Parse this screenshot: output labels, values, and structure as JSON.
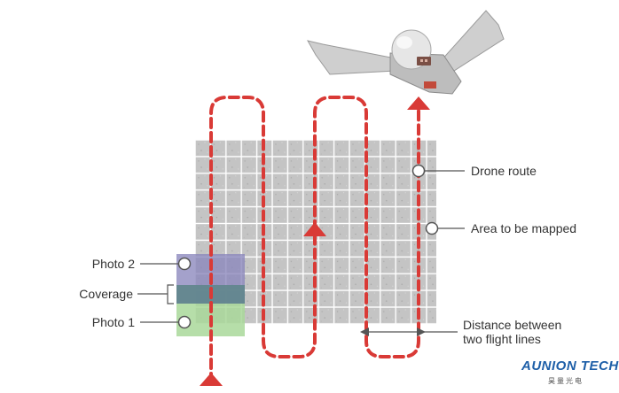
{
  "labels": {
    "drone_route": "Drone route",
    "area_to_be_mapped": "Area to be mapped",
    "distance_line1": "Distance between",
    "distance_line2": "two flight lines",
    "photo_2": "Photo 2",
    "coverage": "Coverage",
    "photo_1": "Photo 1"
  },
  "logo": {
    "name": "AUNION TECH",
    "subtitle": "昊量光电"
  },
  "colors": {
    "route": "#d93a36",
    "grid_fill": "#c4c4c4",
    "grid_line": "#ffffff",
    "photo_2": "#8b86bd",
    "photo_1": "#a9d89a",
    "coverage": "#5e7f8f",
    "callout_line": "#555555",
    "drone_body": "#c8c8c8",
    "logo": "#1e5fa8"
  },
  "icons": {
    "drone": "fixed-wing-drone-icon",
    "route_arrow": "arrow-up-icon"
  }
}
